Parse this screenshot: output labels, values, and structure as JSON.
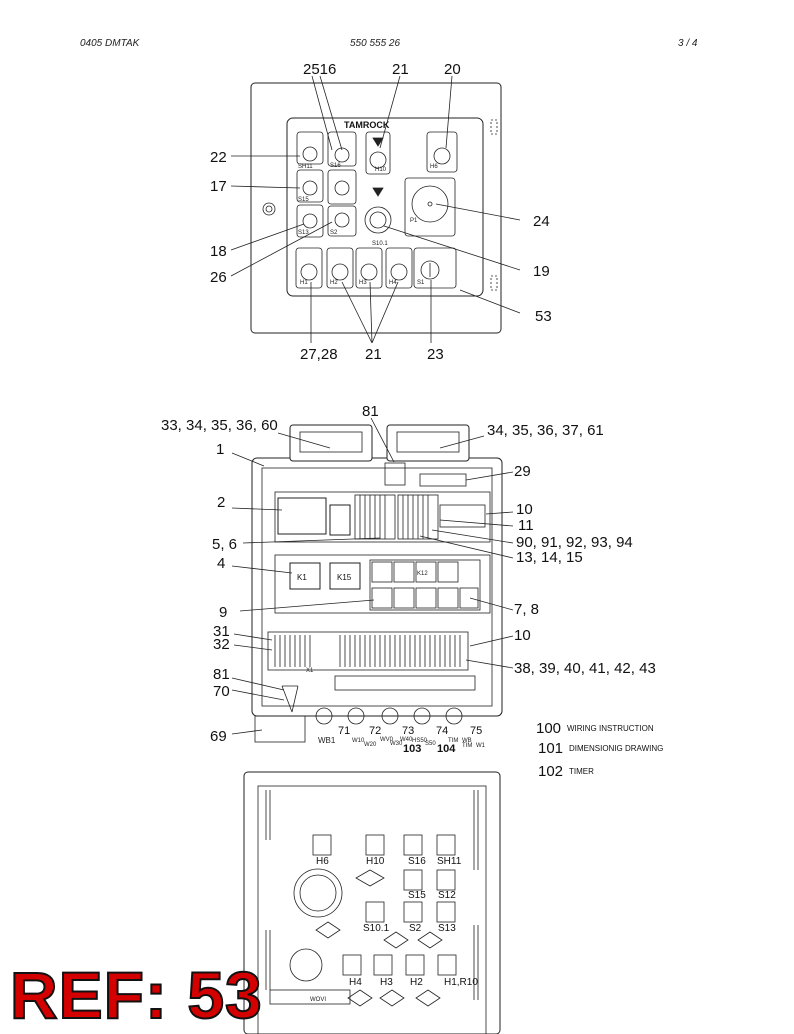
{
  "header": {
    "left": "0405 DMTAK",
    "center": "550 555 26",
    "right": "3 /   4"
  },
  "panel": {
    "brand": "TAMROCK",
    "top_callouts": [
      "2516",
      "21",
      "20"
    ],
    "left_callouts": [
      "22",
      "17",
      "18",
      "26"
    ],
    "right_callouts": [
      "24",
      "19",
      "53"
    ],
    "bottom_callouts": [
      "27,28",
      "21",
      "23"
    ],
    "device_labels": [
      "SH11",
      "S16",
      "H10",
      "H6",
      "S15",
      "S13",
      "S2",
      "S10.1",
      "P1",
      "H1",
      "H2",
      "H3",
      "H4",
      "S1"
    ]
  },
  "cabinet": {
    "callouts_left": [
      "33, 34, 35, 36, 60",
      "1",
      "2",
      "5, 6",
      "4",
      "9",
      "31",
      "32",
      "81",
      "70",
      "69"
    ],
    "callouts_right": [
      "34, 35, 36, 37, 61",
      "29",
      "10",
      "11",
      "90, 91, 92, 93, 94",
      "13, 14, 15",
      "7, 8",
      "10",
      "38, 39, 40, 41, 42, 43"
    ],
    "top_callout": "81",
    "bottom_callouts": [
      "71",
      "72",
      "73",
      "74",
      "75",
      "103",
      "104"
    ],
    "relays": [
      "K1",
      "K15",
      "K12"
    ],
    "terminal_label": "X1",
    "cable_labels": [
      "WB1",
      "W10",
      "W20",
      "WV0",
      "W30",
      "W40",
      "HS50",
      "S50",
      "TIM",
      "WB",
      "TIM",
      "W1"
    ]
  },
  "legend": [
    {
      "num": "100",
      "text": "WIRING INSTRUCTION"
    },
    {
      "num": "101",
      "text": "DIMENSIONIG DRAWING"
    },
    {
      "num": "102",
      "text": "TIMER"
    }
  ],
  "backplate": {
    "labels": [
      "H6",
      "H10",
      "S16",
      "SH11",
      "S15",
      "S12",
      "S10.1",
      "S2",
      "S13",
      "H4",
      "H3",
      "H2",
      "H1,R10",
      "WOVI"
    ]
  },
  "ref": {
    "label": "REF: 53"
  }
}
